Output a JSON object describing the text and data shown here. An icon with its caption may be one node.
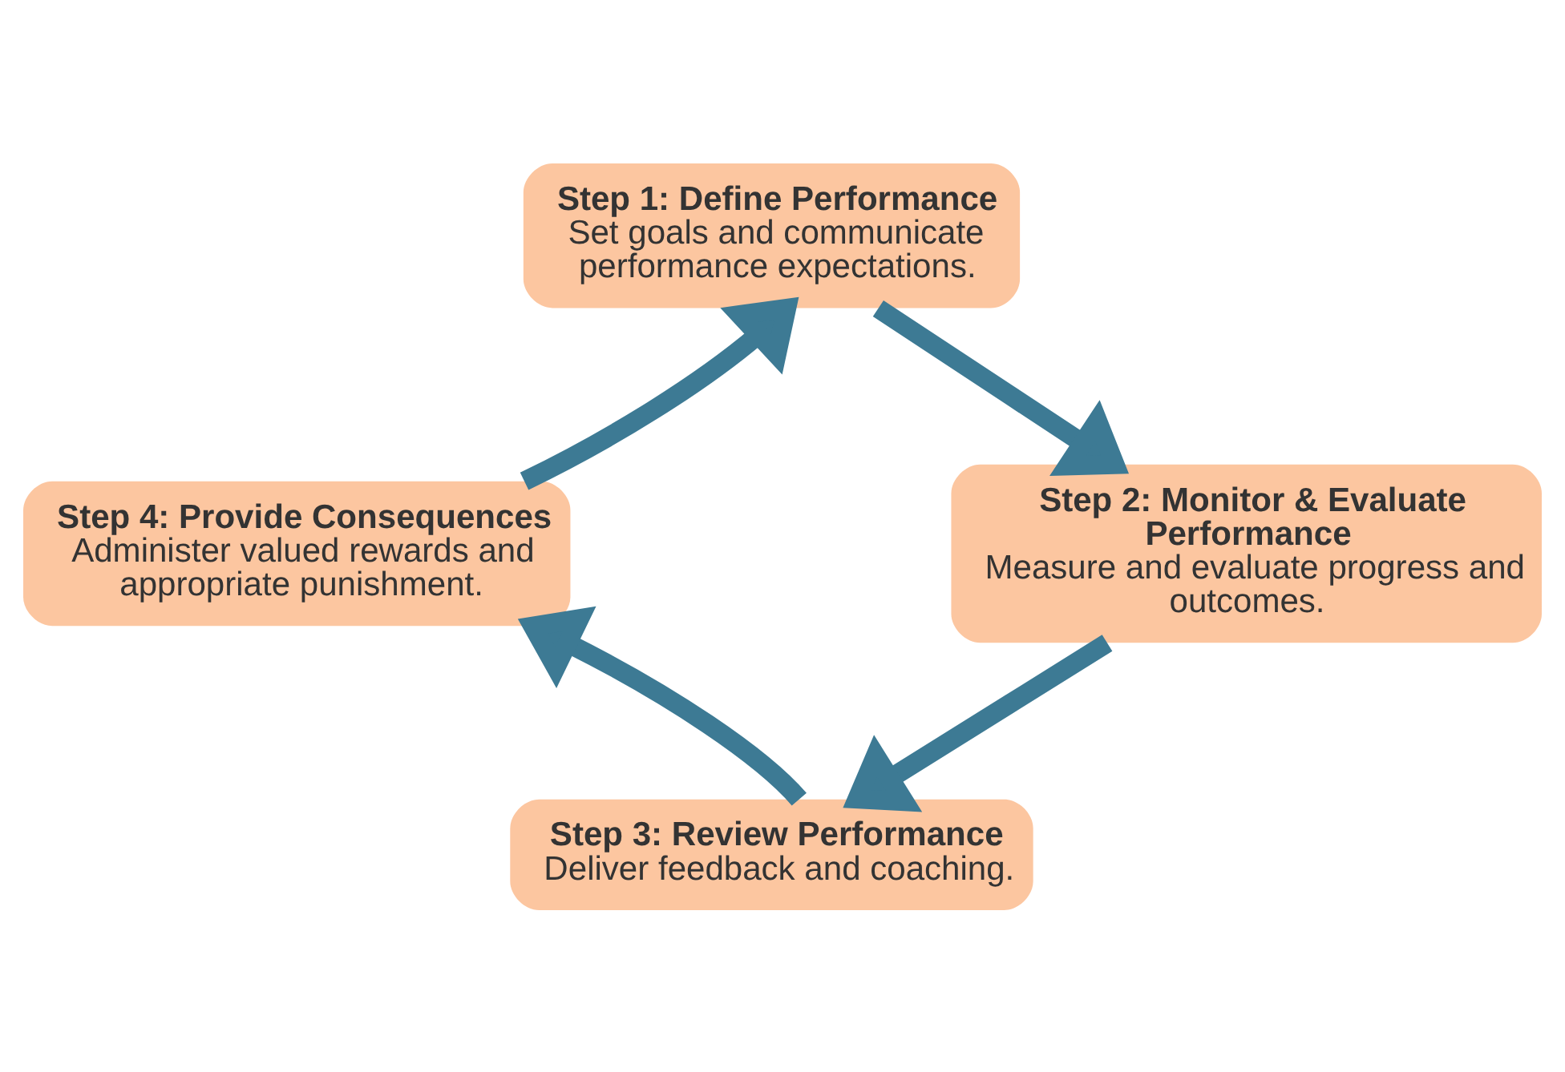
{
  "diagram": {
    "nodes": [
      {
        "text": [
          "Step 1: Define Performance",
          "Set goals and communicate performance expectations."
        ]
      },
      {
        "text": [
          "Step 2: Monitor & Evaluate Performance",
          "Measure and evaluate progress and outcomes."
        ]
      },
      {
        "text": [
          "Step 3: Review Performance",
          "Deliver feedback and coaching."
        ]
      },
      {
        "text": [
          "Step 4: Provide Consequences",
          "Administer valued rewards and appropriate punishment."
        ]
      }
    ],
    "edges": [
      {
        "from": 0,
        "to": 1,
        "arrow": "to",
        "color": "#3d7a94"
      },
      {
        "from": 1,
        "to": 2,
        "arrow": "to",
        "color": "#3d7a94"
      },
      {
        "from": 2,
        "to": 3,
        "arrow": "to",
        "color": "#3d7a94"
      },
      {
        "from": 3,
        "to": 0,
        "arrow": "to",
        "color": "#3d7a94"
      }
    ]
  }
}
